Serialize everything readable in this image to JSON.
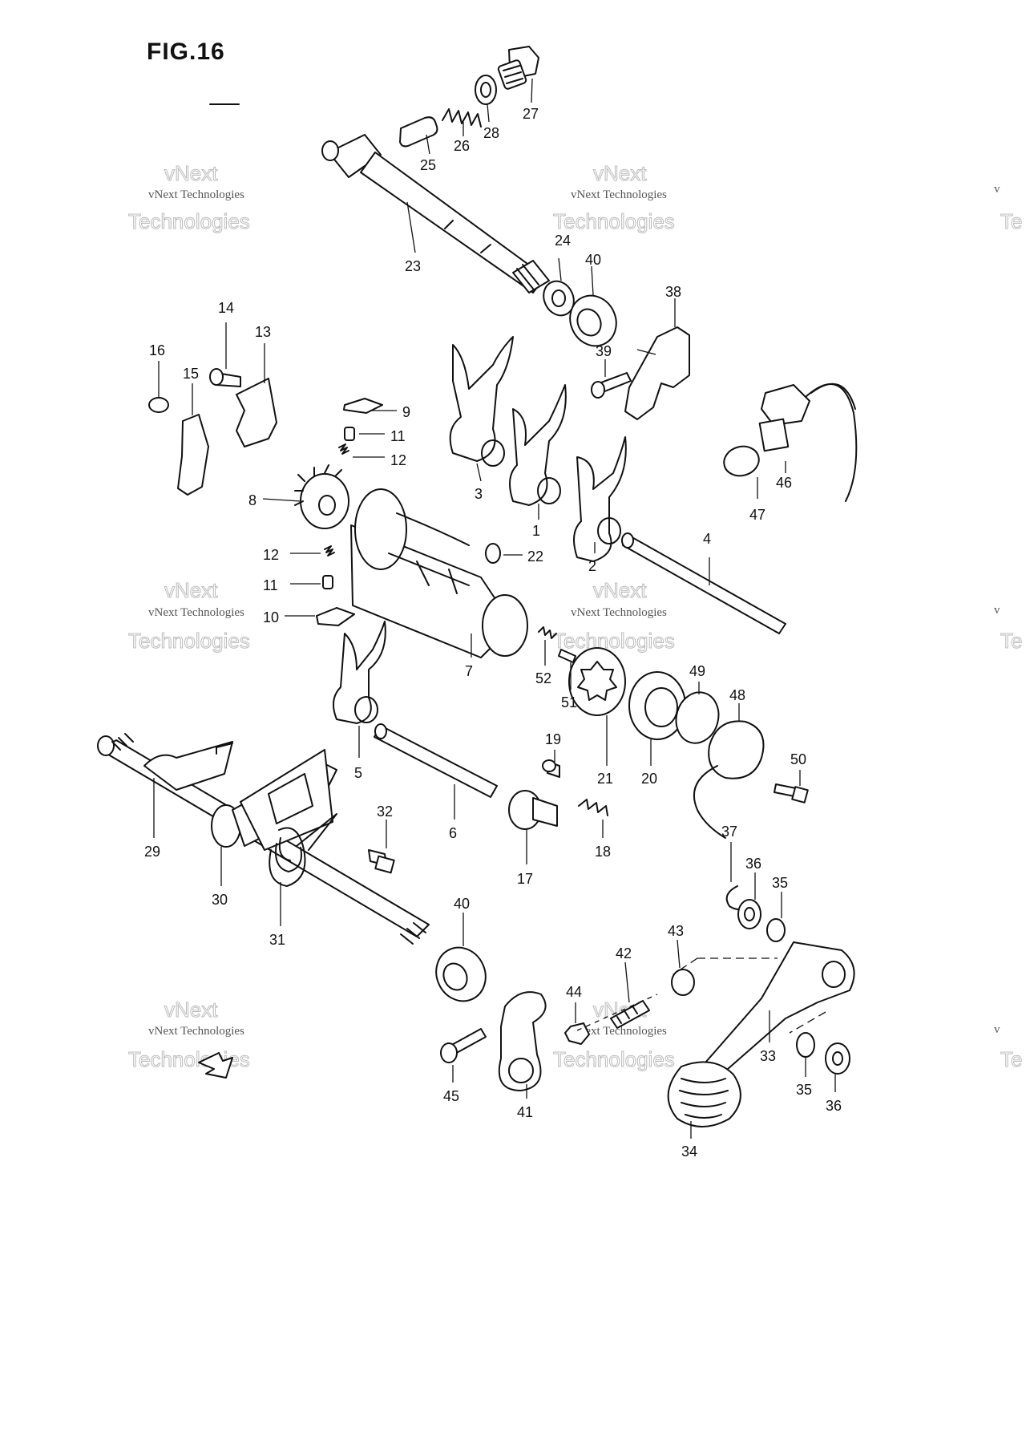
{
  "figure": {
    "title": "FIG.16"
  },
  "watermark": {
    "line1": "vNext Technologies",
    "line2": "vNext",
    "line3": "Technologies",
    "edge": "v",
    "edge2": "Te"
  },
  "callouts": [
    "1",
    "2",
    "3",
    "4",
    "5",
    "6",
    "7",
    "8",
    "9",
    "10",
    "11",
    "12",
    "13",
    "14",
    "15",
    "16",
    "17",
    "18",
    "19",
    "20",
    "21",
    "22",
    "23",
    "24",
    "25",
    "26",
    "27",
    "28",
    "29",
    "30",
    "31",
    "32",
    "33",
    "34",
    "35",
    "36",
    "37",
    "38",
    "39",
    "40",
    "41",
    "42",
    "43",
    "44",
    "45",
    "46",
    "47",
    "48",
    "49",
    "50",
    "51",
    "52"
  ],
  "colors": {
    "ink": "#111111",
    "watermark": "#bbbbbb",
    "paper": "#ffffff"
  }
}
